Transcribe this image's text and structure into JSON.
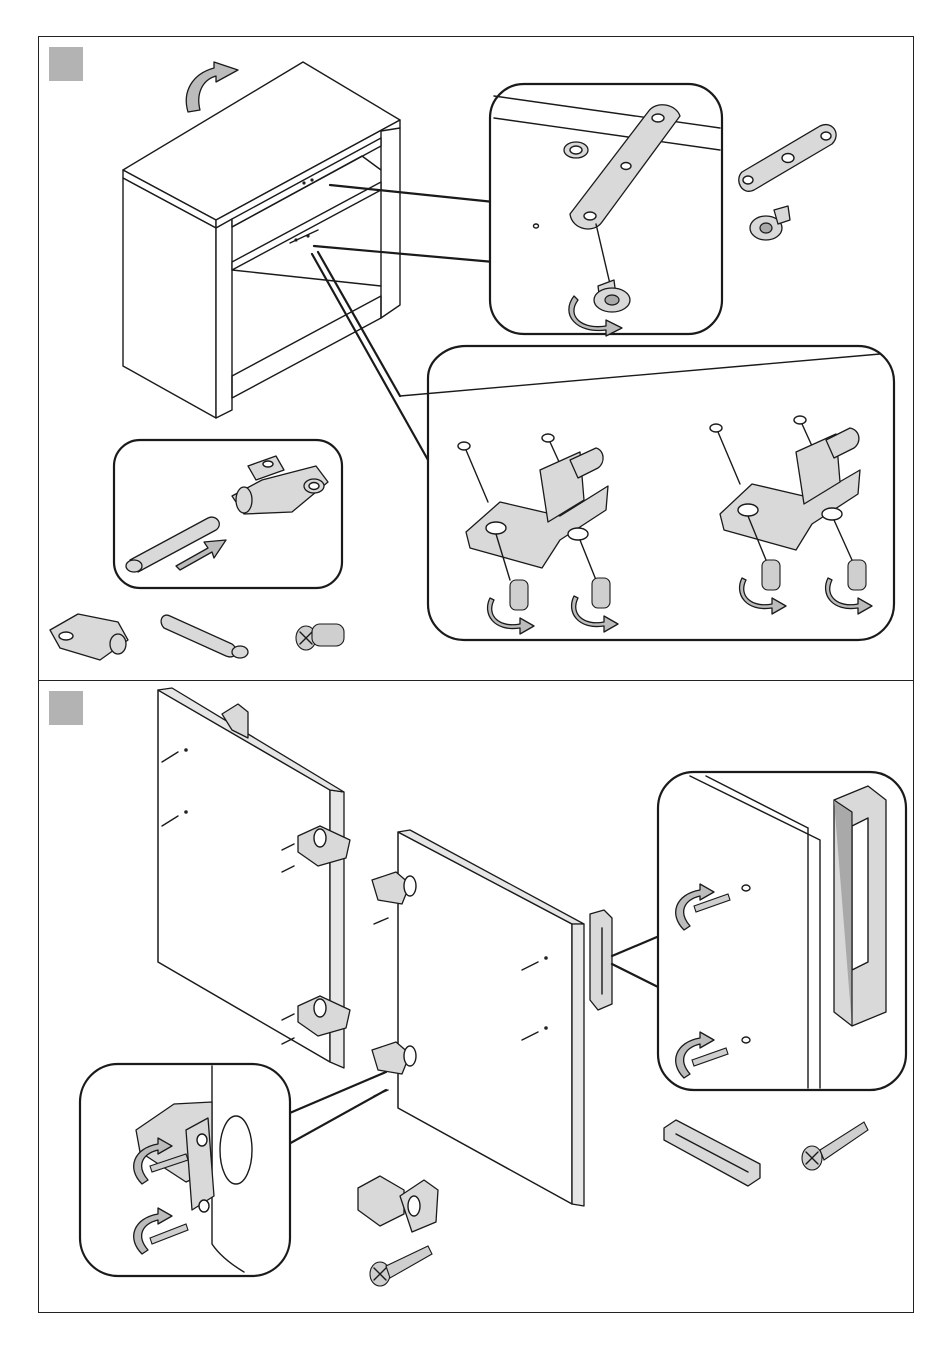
{
  "steps": [
    {
      "id": "step-1",
      "badge_color": "#b3b3b3"
    },
    {
      "id": "step-2",
      "badge_color": "#b3b3b3"
    }
  ],
  "parts": {
    "step1": [
      "connecting-plate",
      "plate-bolt",
      "push-latch-housing",
      "push-latch-pin",
      "euro-screw"
    ],
    "step2": [
      "door-handle",
      "handle-screw",
      "concealed-hinge",
      "hinge-screw"
    ]
  },
  "colors": {
    "line": "#1a1a1a",
    "metal": "#d9d9d9",
    "arrow": "#bcbcbc",
    "badge": "#b3b3b3"
  }
}
